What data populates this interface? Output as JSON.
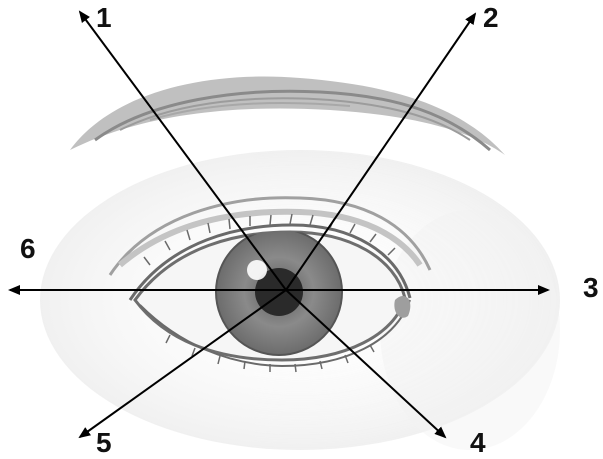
{
  "labels": {
    "direction_1": "1",
    "direction_2": "2",
    "direction_3": "3",
    "direction_4": "4",
    "direction_5": "5",
    "direction_6": "6"
  },
  "colors": {
    "arrow": "#000000",
    "iris": "#7f7f7f",
    "pupil": "#2a2a2a",
    "sketch": "#8c8c8c",
    "sclera": "#f6f6f6"
  }
}
